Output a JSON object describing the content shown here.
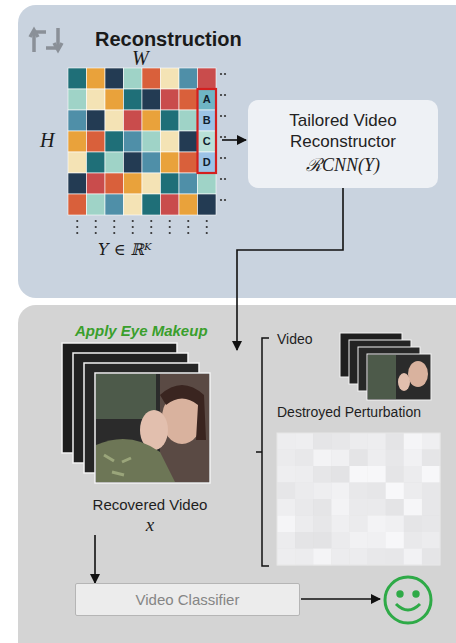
{
  "diagram": {
    "nodes": [
      {
        "text": [
          "Reconstruction"
        ]
      },
      {
        "text": [
          "Tailored Video Reconstructor",
          "ℛCNN(Y)"
        ],
        "in": 0
      },
      {
        "text": [
          "Apply Eye Makeup"
        ]
      },
      {
        "text": [
          "Recovered Video",
          "x"
        ],
        "in": 2
      },
      {
        "text": [
          "Video Classifier"
        ],
        "in": 2
      }
    ],
    "edges": [
      {
        "from": 1,
        "to": 3,
        "arrow": "to"
      },
      {
        "from": 3,
        "to": 4,
        "arrow": "to"
      }
    ],
    "labels": [
      "W",
      "H",
      "Y ∈ ℝᴷ",
      "A",
      "B",
      "C",
      "D",
      "Video",
      "Destroyed Perturbation"
    ]
  }
}
